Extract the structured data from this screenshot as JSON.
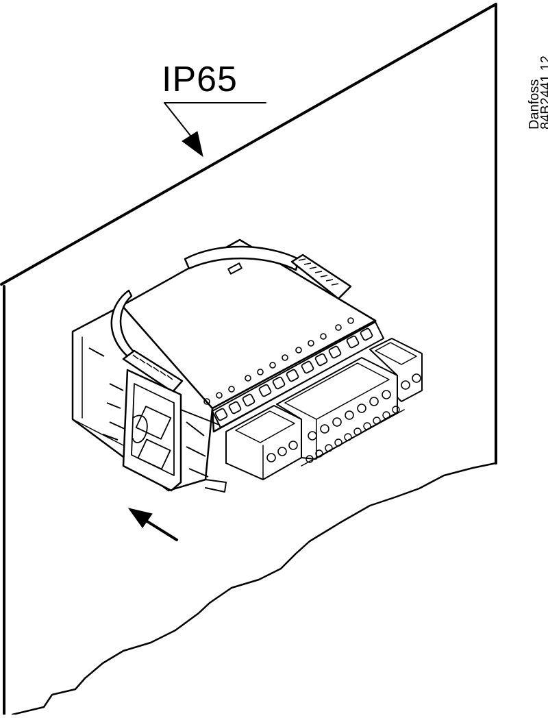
{
  "diagram": {
    "rating_label": "IP65",
    "brand_label": "Danfoss",
    "drawing_code": "84B2441.12"
  }
}
